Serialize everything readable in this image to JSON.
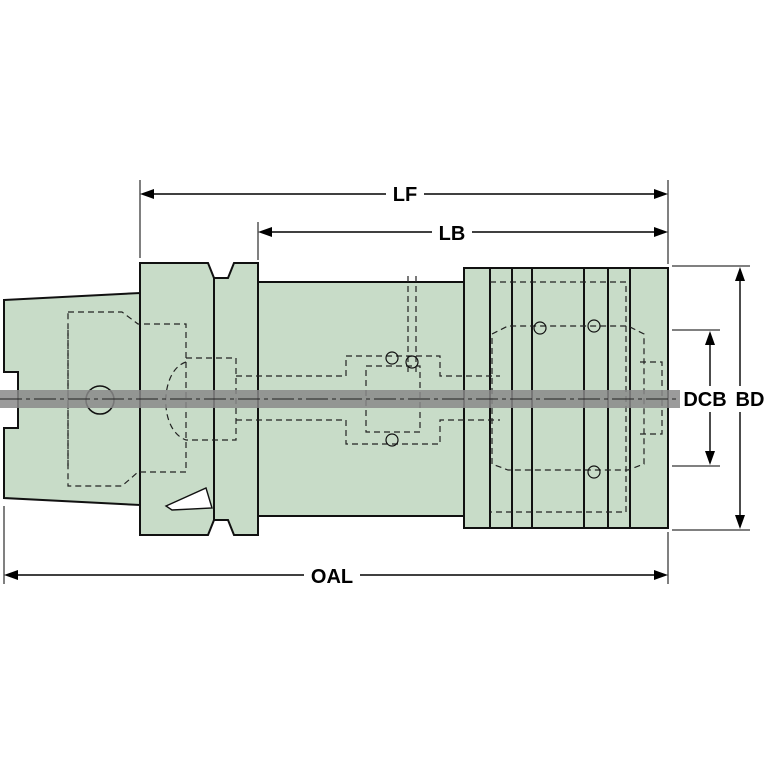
{
  "dimensions": {
    "lf": "LF",
    "lb": "LB",
    "oal": "OAL",
    "dcb": "DCB",
    "bd": "BD"
  },
  "colors": {
    "body": "#c8dcc8",
    "outline": "#111111",
    "centerline": "#8a8a8a"
  }
}
